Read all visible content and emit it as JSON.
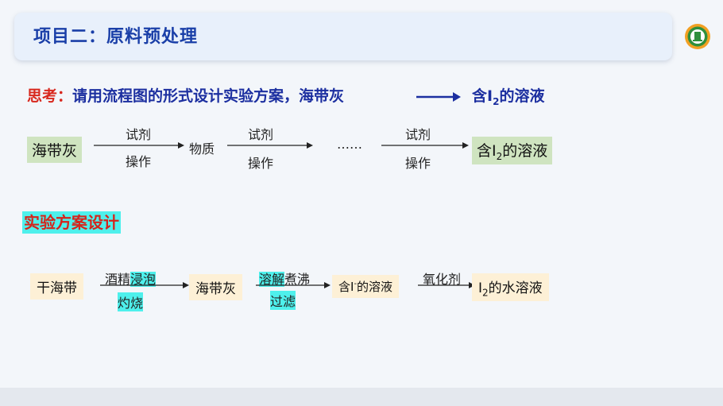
{
  "header": {
    "title": "项目二：原料预处理"
  },
  "logo": {
    "icon": "school-emblem-icon"
  },
  "think": {
    "label": "思考：",
    "question": "请用流程图的形式设计实验方案，海带灰",
    "result_prefix": "含I",
    "result_sub": "2",
    "result_suffix": "的溶液"
  },
  "flow1": {
    "start": "海带灰",
    "reagent1": "试剂",
    "operation1": "操作",
    "middle": "物质",
    "reagent2": "试剂",
    "operation2": "操作",
    "ellipsis": "……",
    "reagent3": "试剂",
    "operation3": "操作",
    "end_prefix": "含I",
    "end_sub": "2",
    "end_suffix": "的溶液"
  },
  "section": {
    "title": "实验方案设计"
  },
  "flow2": {
    "start": "干海带",
    "step1_top_a": "酒精",
    "step1_top_b": "浸泡",
    "step1_bottom": "灼烧",
    "ash": "海带灰",
    "step2_top_a": "溶解",
    "step2_top_b": "煮沸",
    "step2_bottom": "过滤",
    "solution_prefix": "含I",
    "solution_sup": "-",
    "solution_suffix": "的溶液",
    "oxidant": "氧化剂",
    "final_prefix": "I",
    "final_sub": "2",
    "final_suffix": "的水溶液"
  }
}
